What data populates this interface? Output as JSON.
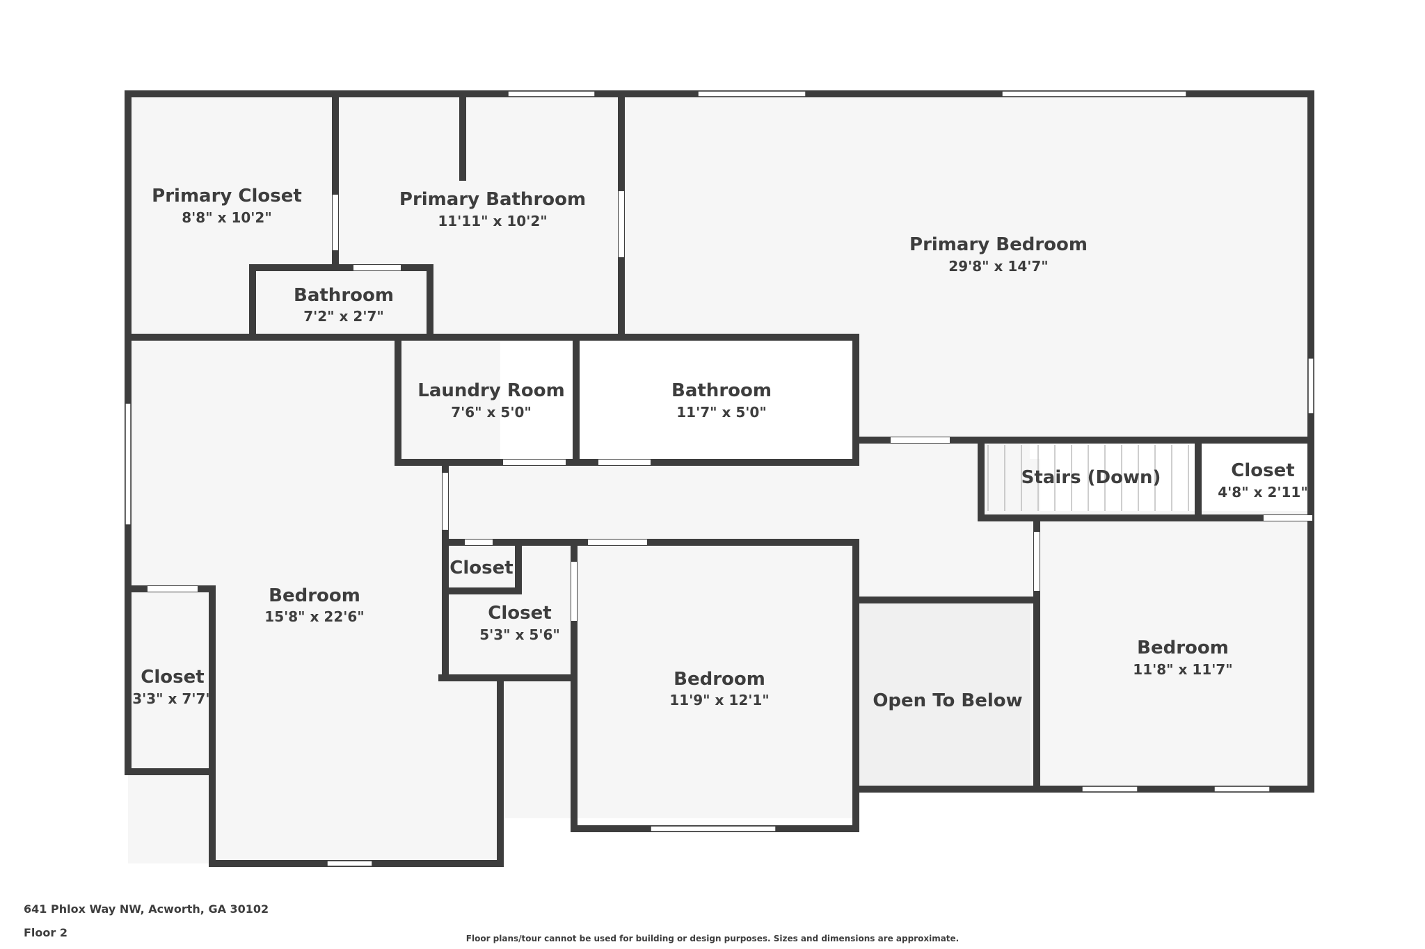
{
  "rooms": {
    "primary_closet": {
      "name": "Primary Closet",
      "dim": "8'8\" x 10'2\""
    },
    "primary_bathroom": {
      "name": "Primary Bathroom",
      "dim": "11'11\" x 10'2\""
    },
    "primary_bedroom": {
      "name": "Primary Bedroom",
      "dim": "29'8\" x 14'7\""
    },
    "bathroom_small": {
      "name": "Bathroom",
      "dim": "7'2\" x 2'7\""
    },
    "laundry": {
      "name": "Laundry Room",
      "dim": "7'6\" x 5'0\""
    },
    "bathroom_hall": {
      "name": "Bathroom",
      "dim": "11'7\" x 5'0\""
    },
    "stairs": {
      "name": "Stairs (Down)"
    },
    "closet_stairs": {
      "name": "Closet",
      "dim": "4'8\" x 2'11\""
    },
    "bedroom_left": {
      "name": "Bedroom",
      "dim": "15'8\" x 22'6\""
    },
    "closet_small": {
      "name": "Closet"
    },
    "closet_mid": {
      "name": "Closet",
      "dim": "5'3\" x 5'6\""
    },
    "closet_left": {
      "name": "Closet",
      "dim": "3'3\" x 7'7\""
    },
    "bedroom_mid": {
      "name": "Bedroom",
      "dim": "11'9\" x 12'1\""
    },
    "open_below": {
      "name": "Open To Below"
    },
    "bedroom_right": {
      "name": "Bedroom",
      "dim": "11'8\" x 11'7\""
    }
  },
  "footer": {
    "address": "641 Phlox Way NW, Acworth, GA 30102",
    "floor": "Floor 2",
    "disclaimer": "Floor plans/tour cannot be used for building or design purposes. Sizes and dimensions are approximate."
  },
  "colors": {
    "wall": "#3d3d3d",
    "floor": "#f6f6f6",
    "open_below": "#f0f0f0",
    "text": "#3d3d3d"
  }
}
